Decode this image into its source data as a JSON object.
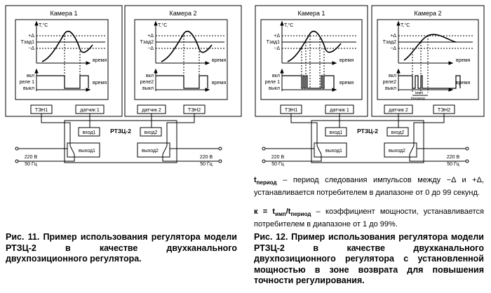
{
  "fig11": {
    "cam1_title": "Камера 1",
    "cam2_title": "Камера 2",
    "axis_y": "T,°C",
    "plus_delta": "+Δ",
    "setpoint1": "Тзад1",
    "setpoint2": "Тзад2",
    "minus_delta": "−Δ",
    "time": "время",
    "on": "вкл",
    "relay1": "реле 1",
    "relay2": "реле2",
    "off": "выкл",
    "heater1": "ТЭН1",
    "heater2": "ТЭН2",
    "sensor1": "датчик 1",
    "sensor2": "датчик 2",
    "device": "РТЗЦ-2",
    "input1": "вход1",
    "input2": "вход2",
    "output1": "выход1",
    "output2": "выход2",
    "voltage": "220 В",
    "freq": "50 Гц",
    "caption": "Рис. 11. Пример использования регулятора модели РТЗЦ-2 в качестве двухканального двухпозиционного регулятора."
  },
  "fig12": {
    "cam1_title": "Камера 1",
    "cam2_title": "Камера 2",
    "axis_y": "Т,°С",
    "plus_delta": "+Δ",
    "setpoint1": "Тзад1",
    "setpoint2": "Тзад2",
    "minus_delta": "−Δ",
    "time": "время",
    "on": "вкл",
    "relay1": "реле 1",
    "relay2": "реле2",
    "off": "выкл",
    "t_period": "tпериод",
    "t_imp": "tимп",
    "heater1": "ТЭН1",
    "heater2": "ТЭН2",
    "sensor1": "датчик 1",
    "sensor2": "датчик 2",
    "device": "РТЗЦ-2",
    "input1": "вход1",
    "input2": "вход2",
    "output1": "выход1",
    "output2": "выход2",
    "voltage": "220 В",
    "freq": "50 Гц",
    "note1_sym": "t",
    "note1_sub": "период",
    "note1_text": " – период следования импульсов между −Δ и +Δ, устанавливается потребителем в диапазоне от 0 до 99 секунд.",
    "note2_sym_a": "к = t",
    "note2_sub_a": "имп",
    "note2_sym_b": "/t",
    "note2_sub_b": "период",
    "note2_text": " – коэффициент мощности, устанавливается потребителем в диапазоне от 1 до 99%.",
    "caption": "Рис. 12. Пример использования регулятора модели РТЗЦ-2 в качестве двухканального двухпозиционного регулятора с установленной мощностью в зоне возврата для повышения точности регулирования."
  }
}
